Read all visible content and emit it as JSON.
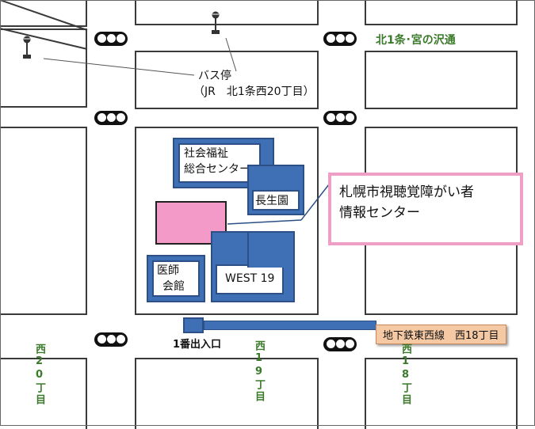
{
  "map": {
    "bus_stop": {
      "title": "バス停",
      "subtitle": "（JR　北1条西20丁目）"
    },
    "street_north": "北1条･宮の沢通",
    "streets_vertical": [
      "西20丁目",
      "西19丁目",
      "西18丁目"
    ],
    "buildings": {
      "social_welfare": [
        "社会福祉",
        "総合センター"
      ],
      "choseien": "長生園",
      "medical": [
        "医師",
        "会館"
      ],
      "west19": "WEST 19"
    },
    "target": [
      "札幌市視聴覚障がい者",
      "情報センター"
    ],
    "exit_label": "1番出入口",
    "subway": "地下鉄東西線　西18丁目",
    "colors": {
      "building": "#3f6fb5",
      "target": "#f49ac8",
      "callout_border": "#ef9ec6",
      "street_text": "#3a7a2a",
      "subway_label": "#f5c9a4"
    }
  }
}
